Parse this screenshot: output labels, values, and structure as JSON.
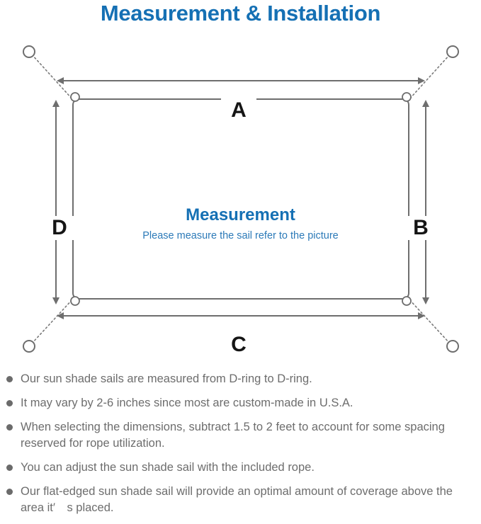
{
  "header": {
    "title": "Measurement & Installation",
    "title_color": "#1570b4"
  },
  "diagram": {
    "sail_label": "Measurement",
    "sail_sublabel": "Please measure the sail refer to the picture",
    "sail_label_color": "#1570b4",
    "sail_sublabel_color": "#2c7ab8",
    "line_color": "#6e6e6e",
    "sail_border_color": "#6e6e6e",
    "dimensions": {
      "top": "A",
      "right": "B",
      "bottom": "C",
      "left": "D"
    },
    "anchor_count": 4,
    "d_ring_count": 4
  },
  "notes": {
    "items": [
      "Our sun shade sails are measured from D-ring to D-ring.",
      "It may vary by 2-6 inches since most are custom-made in U.S.A.",
      "When selecting the dimensions, subtract 1.5 to 2 feet to account for some spacing reserved for rope utilization.",
      "You can adjust the sun shade sail with the included rope.",
      "Our flat-edged sun shade sail will provide an optimal amount of coverage above the area it′　s placed."
    ],
    "bullet_color": "#6b6b6b",
    "text_color": "#6d6d6d"
  }
}
